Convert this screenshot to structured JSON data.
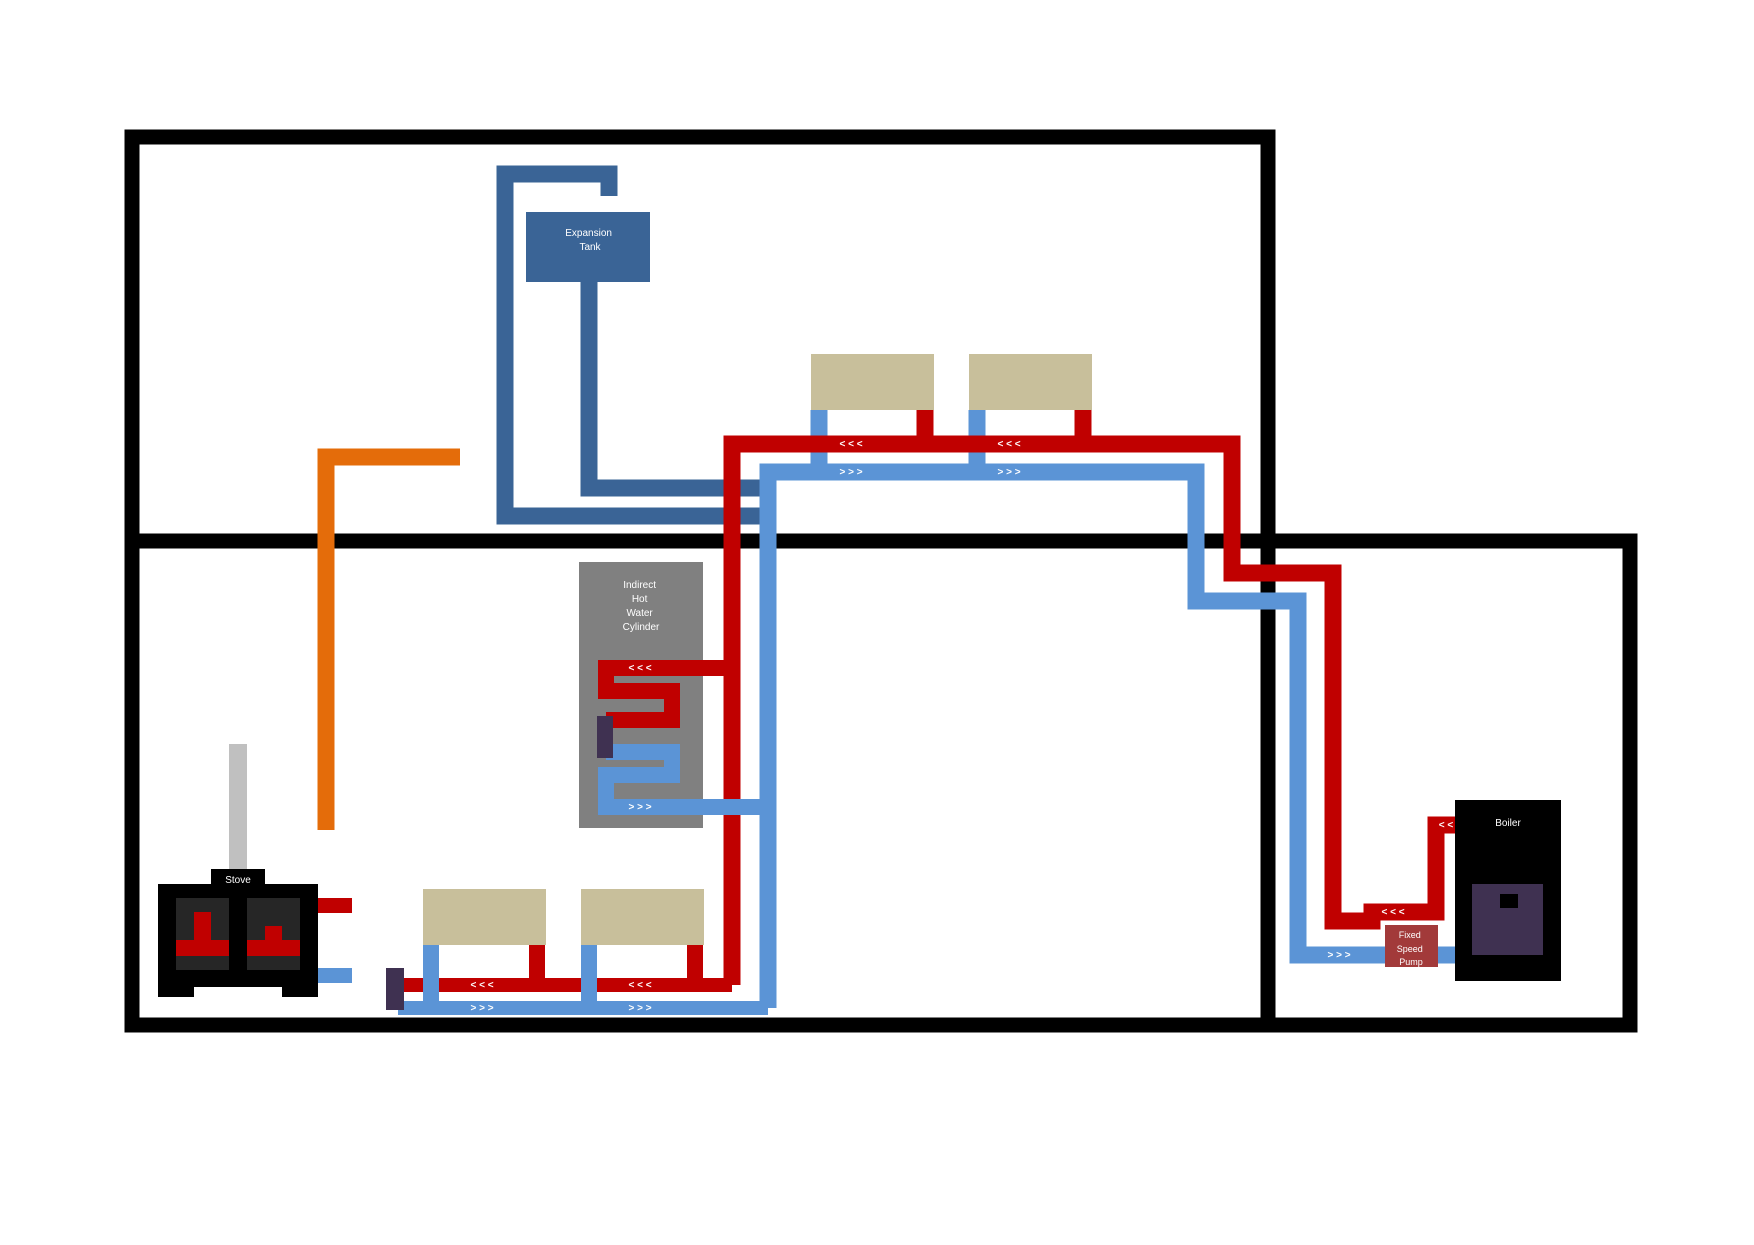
{
  "labels": {
    "expansion_tank": [
      "Expansion",
      "Tank"
    ],
    "cylinder": [
      "Indirect",
      "Hot",
      "Water",
      "Cylinder"
    ],
    "stove": "Stove",
    "boiler": "Boiler",
    "pump": [
      "Fixed",
      "Speed",
      "Pump"
    ]
  },
  "arrows": {
    "flow_left": "<  <  <",
    "flow_right": ">  >  >",
    "flow_left_short": "<  <"
  },
  "colors": {
    "wall": "#000000",
    "hot_pipe": "#c00000",
    "cold_pipe": "#5b94d6",
    "vent_pipe": "#3a6496",
    "open_vent": "#e46c0a",
    "radiator": "#c8bf9b",
    "cylinder": "#808080",
    "flue": "#c0c0c0",
    "boiler_body": "#000000",
    "boiler_panel": "#3f3151",
    "pump": "#a23a3a",
    "valve": "#3f3151"
  },
  "icons": [
    "radiator-icon",
    "stove-icon",
    "boiler-icon",
    "pump-icon",
    "expansion-tank-icon",
    "cylinder-icon"
  ]
}
